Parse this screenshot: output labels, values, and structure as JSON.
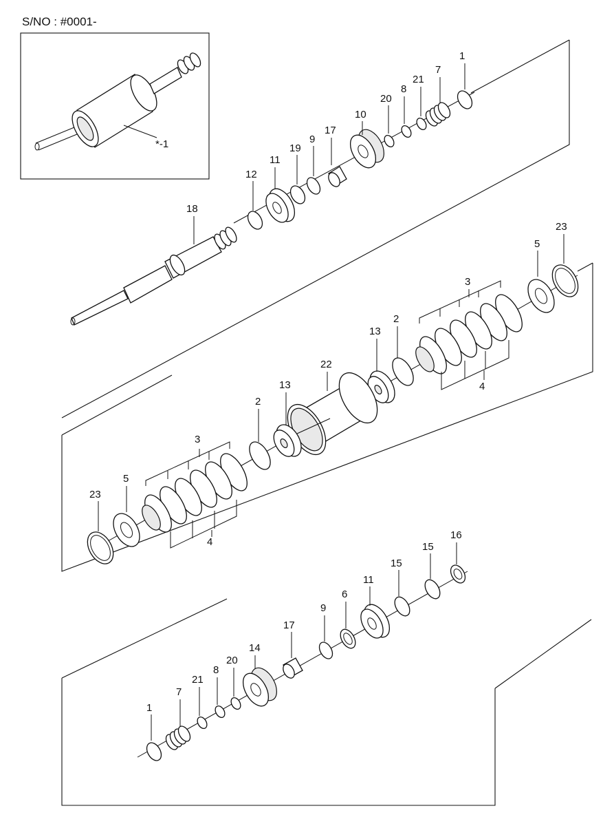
{
  "header": {
    "serial_number": "S/NO : #0001-"
  },
  "inset": {
    "label": "*-1"
  },
  "groups": [
    {
      "id": "upper",
      "labels": [
        "1",
        "7",
        "21",
        "8",
        "20",
        "10",
        "17",
        "9",
        "19",
        "11",
        "12",
        "18"
      ]
    },
    {
      "id": "middle",
      "labels": [
        "23",
        "5",
        "3",
        "4",
        "2",
        "13",
        "22",
        "13",
        "2",
        "3",
        "4",
        "5",
        "23"
      ]
    },
    {
      "id": "lower",
      "labels": [
        "16",
        "15",
        "15",
        "11",
        "6",
        "9",
        "17",
        "14",
        "20",
        "8",
        "21",
        "7",
        "1"
      ]
    }
  ],
  "callouts": {
    "u1": "1",
    "u7": "7",
    "u21": "21",
    "u8": "8",
    "u20": "20",
    "u10": "10",
    "u17": "17",
    "u9": "9",
    "u19": "19",
    "u11": "11",
    "u12": "12",
    "u18": "18",
    "m23a": "23",
    "m5a": "5",
    "m3a": "3",
    "m4a": "4",
    "m13a": "13",
    "m2a": "2",
    "m22": "22",
    "m2b": "2",
    "m13b": "13",
    "m3b": "3",
    "m4b": "4",
    "m5b": "5",
    "m23b": "23",
    "l16": "16",
    "l15a": "15",
    "l15b": "15",
    "l11": "11",
    "l6": "6",
    "l9": "9",
    "l17": "17",
    "l14": "14",
    "l20": "20",
    "l8": "8",
    "l21": "21",
    "l7": "7",
    "l1": "1"
  }
}
